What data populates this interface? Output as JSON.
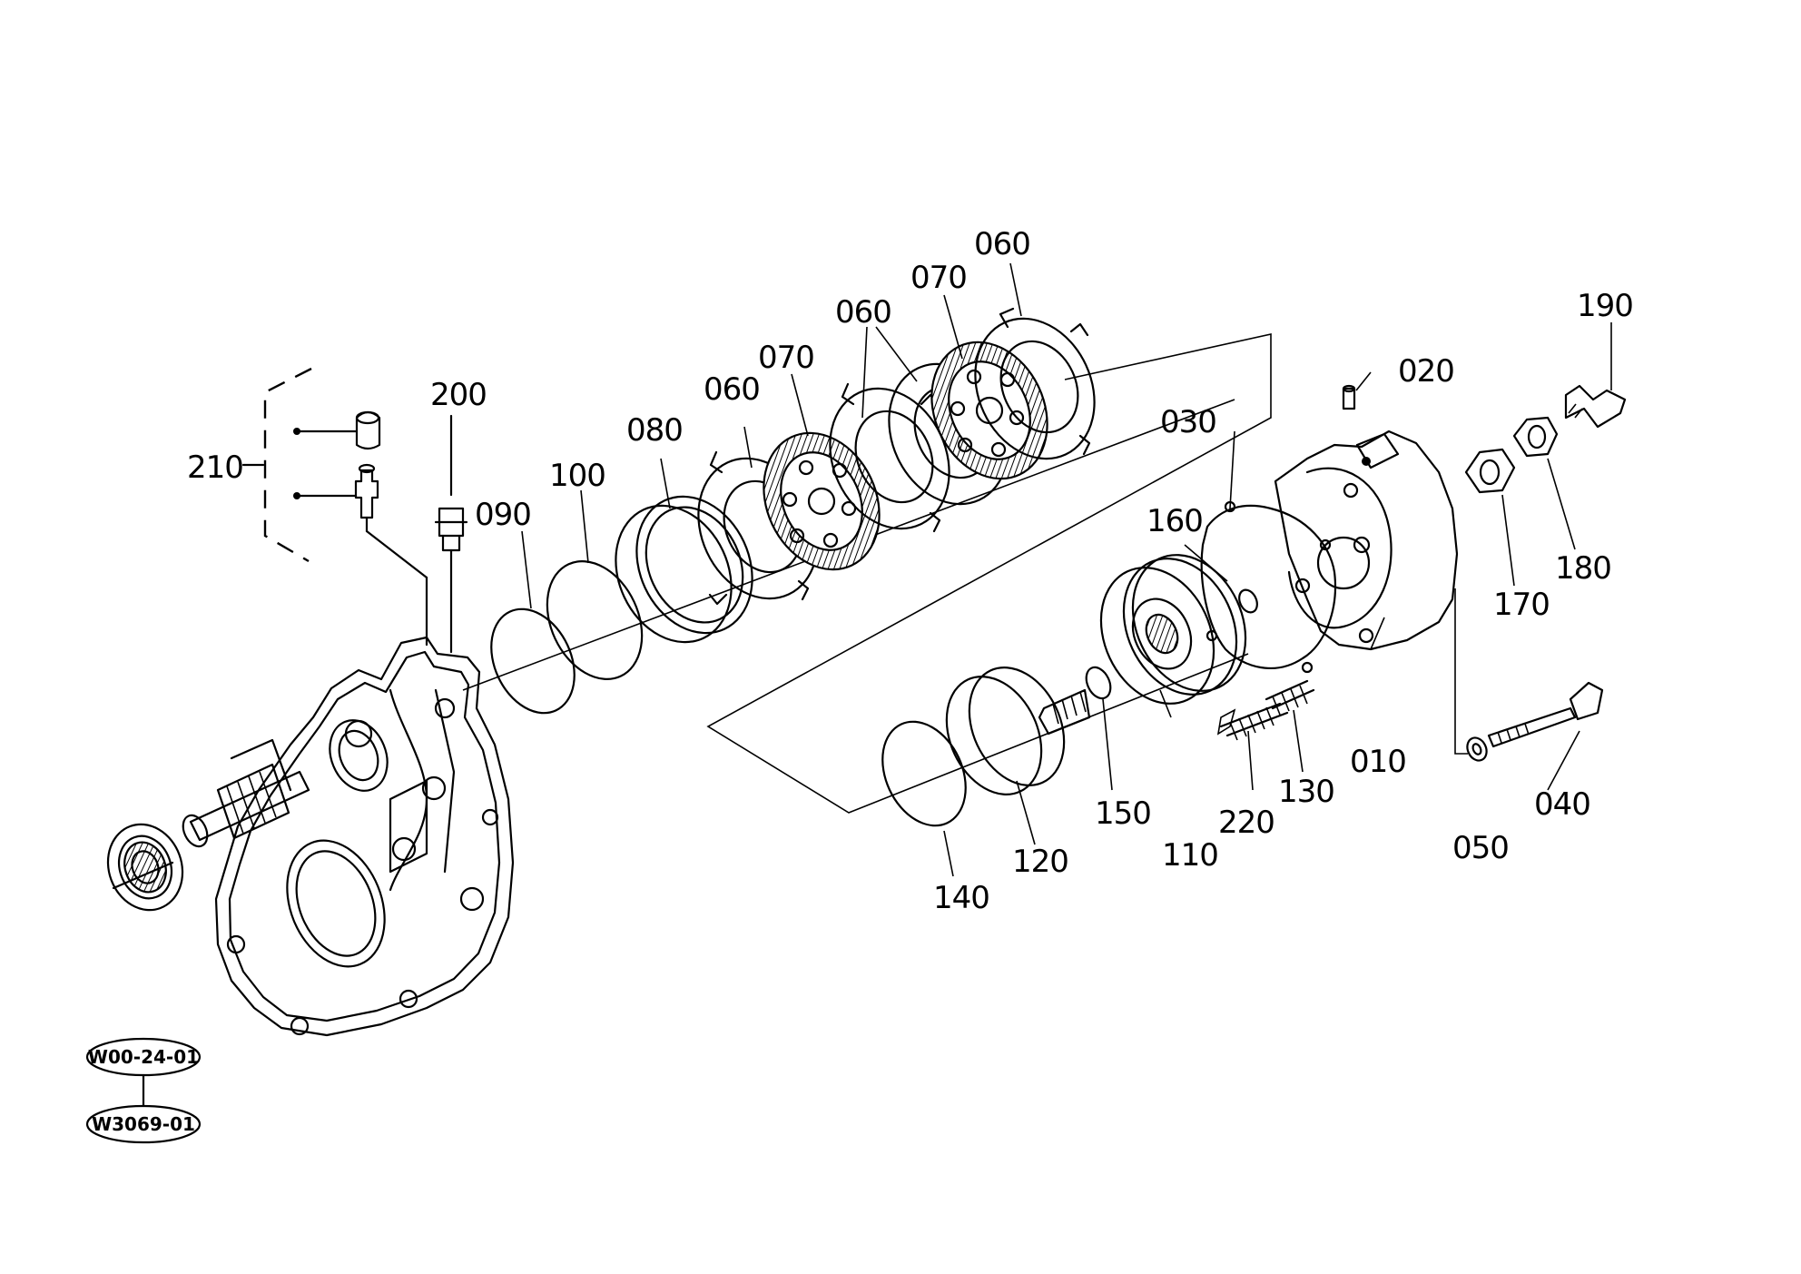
{
  "diagram": {
    "part_labels": {
      "p010": "010",
      "p020": "020",
      "p030": "030",
      "p040": "040",
      "p050": "050",
      "p060a": "060",
      "p060b": "060",
      "p060c": "060",
      "p070a": "070",
      "p070b": "070",
      "p080": "080",
      "p090": "090",
      "p100": "100",
      "p110": "110",
      "p120": "120",
      "p130": "130",
      "p140": "140",
      "p150": "150",
      "p160": "160",
      "p170": "170",
      "p180": "180",
      "p190": "190",
      "p200": "200",
      "p210": "210",
      "p220": "220"
    },
    "references": {
      "upper": "W00-24-01",
      "lower": "W3069-01"
    }
  }
}
